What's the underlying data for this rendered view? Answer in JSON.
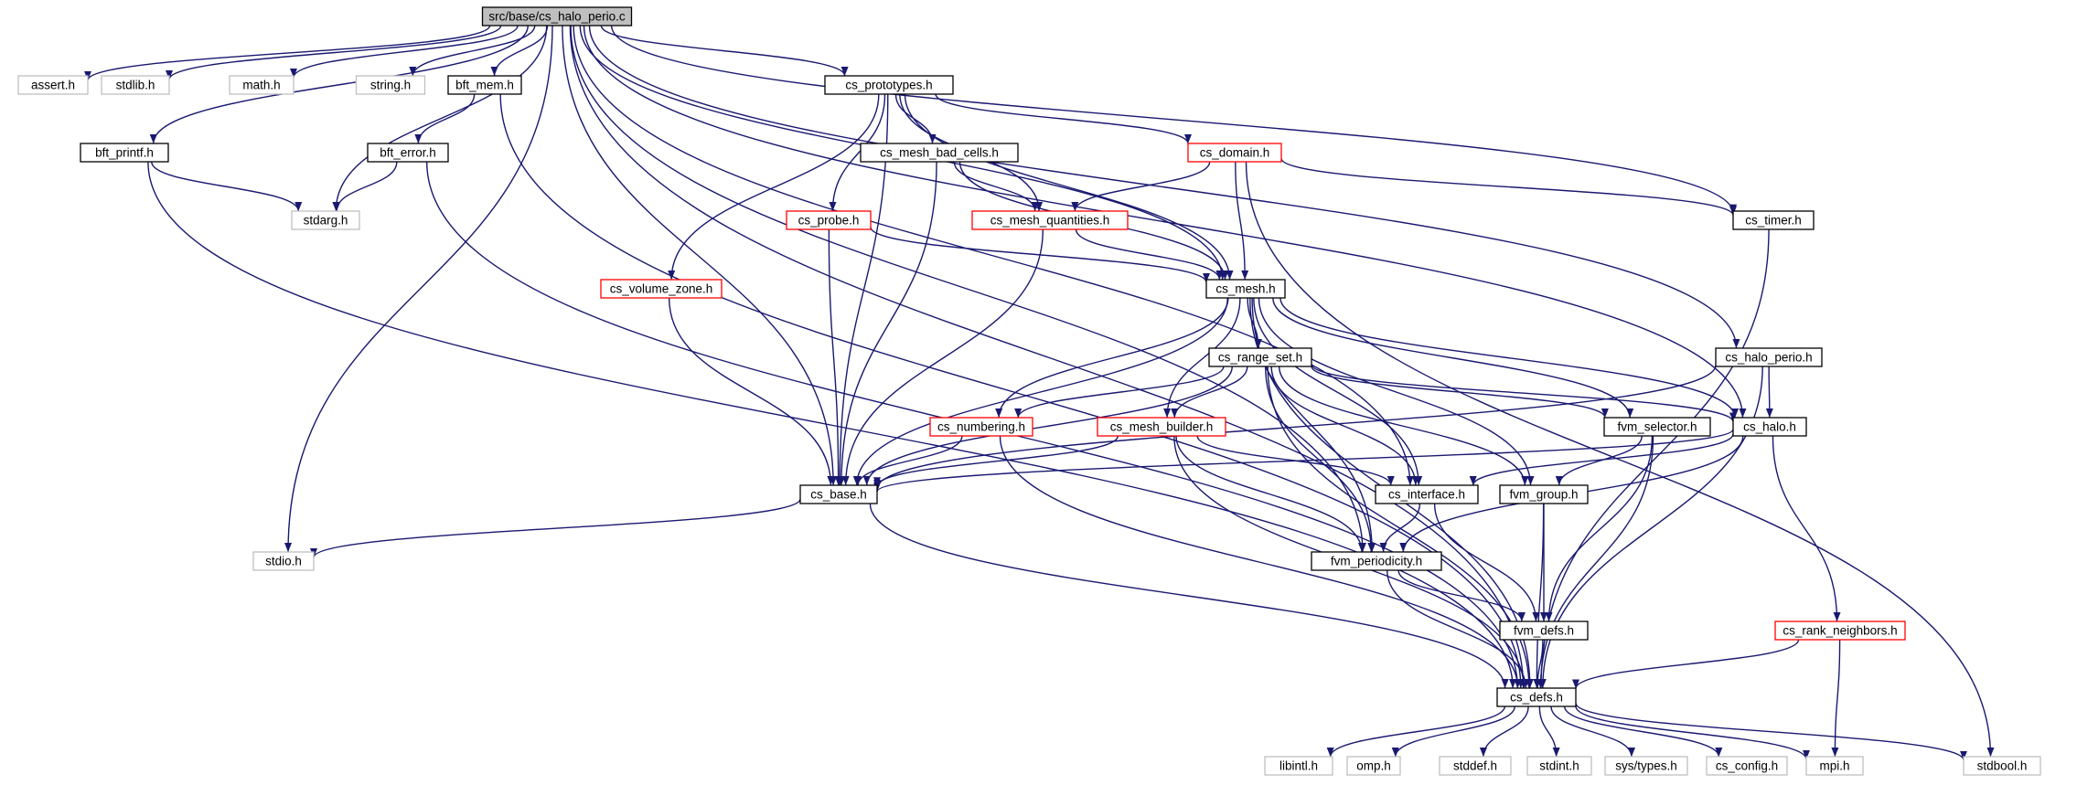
{
  "nodes": [
    {
      "id": "root",
      "label": "src/base/cs_halo_perio.c",
      "style": "root"
    },
    {
      "id": "assert",
      "label": "assert.h",
      "style": "gray"
    },
    {
      "id": "stdlib",
      "label": "stdlib.h",
      "style": "gray"
    },
    {
      "id": "math",
      "label": "math.h",
      "style": "gray"
    },
    {
      "id": "string",
      "label": "string.h",
      "style": "gray"
    },
    {
      "id": "bft_mem",
      "label": "bft_mem.h",
      "style": "black"
    },
    {
      "id": "cs_prototypes",
      "label": "cs_prototypes.h",
      "style": "black"
    },
    {
      "id": "bft_printf",
      "label": "bft_printf.h",
      "style": "black"
    },
    {
      "id": "bft_error",
      "label": "bft_error.h",
      "style": "black"
    },
    {
      "id": "stdarg",
      "label": "stdarg.h",
      "style": "gray"
    },
    {
      "id": "cs_mesh_bad_cells",
      "label": "cs_mesh_bad_cells.h",
      "style": "black"
    },
    {
      "id": "cs_domain",
      "label": "cs_domain.h",
      "style": "red"
    },
    {
      "id": "cs_probe",
      "label": "cs_probe.h",
      "style": "red"
    },
    {
      "id": "cs_mesh_quantities",
      "label": "cs_mesh_quantities.h",
      "style": "red"
    },
    {
      "id": "cs_timer",
      "label": "cs_timer.h",
      "style": "black"
    },
    {
      "id": "cs_volume_zone",
      "label": "cs_volume_zone.h",
      "style": "red"
    },
    {
      "id": "cs_mesh",
      "label": "cs_mesh.h",
      "style": "black"
    },
    {
      "id": "cs_range_set",
      "label": "cs_range_set.h",
      "style": "black"
    },
    {
      "id": "cs_halo_perio_h",
      "label": "cs_halo_perio.h",
      "style": "black"
    },
    {
      "id": "cs_numbering",
      "label": "cs_numbering.h",
      "style": "red"
    },
    {
      "id": "cs_mesh_builder",
      "label": "cs_mesh_builder.h",
      "style": "red"
    },
    {
      "id": "fvm_selector",
      "label": "fvm_selector.h",
      "style": "black"
    },
    {
      "id": "cs_halo",
      "label": "cs_halo.h",
      "style": "black"
    },
    {
      "id": "cs_base",
      "label": "cs_base.h",
      "style": "black"
    },
    {
      "id": "cs_interface",
      "label": "cs_interface.h",
      "style": "black"
    },
    {
      "id": "fvm_group",
      "label": "fvm_group.h",
      "style": "black"
    },
    {
      "id": "stdio",
      "label": "stdio.h",
      "style": "gray"
    },
    {
      "id": "fvm_periodicity",
      "label": "fvm_periodicity.h",
      "style": "black"
    },
    {
      "id": "fvm_defs",
      "label": "fvm_defs.h",
      "style": "black"
    },
    {
      "id": "cs_rank_neighbors",
      "label": "cs_rank_neighbors.h",
      "style": "red"
    },
    {
      "id": "cs_defs",
      "label": "cs_defs.h",
      "style": "black"
    },
    {
      "id": "libintl",
      "label": "libintl.h",
      "style": "gray"
    },
    {
      "id": "omp",
      "label": "omp.h",
      "style": "gray"
    },
    {
      "id": "stddef",
      "label": "stddef.h",
      "style": "gray"
    },
    {
      "id": "stdint",
      "label": "stdint.h",
      "style": "gray"
    },
    {
      "id": "sys_types",
      "label": "sys/types.h",
      "style": "gray"
    },
    {
      "id": "cs_config",
      "label": "cs_config.h",
      "style": "gray"
    },
    {
      "id": "mpi",
      "label": "mpi.h",
      "style": "gray"
    },
    {
      "id": "stdbool",
      "label": "stdbool.h",
      "style": "gray"
    }
  ],
  "edges": [
    [
      "root",
      "assert"
    ],
    [
      "root",
      "stdlib"
    ],
    [
      "root",
      "math"
    ],
    [
      "root",
      "string"
    ],
    [
      "root",
      "bft_mem"
    ],
    [
      "root",
      "cs_prototypes"
    ],
    [
      "root",
      "bft_printf"
    ],
    [
      "root",
      "stdarg"
    ],
    [
      "root",
      "stdio"
    ],
    [
      "root",
      "cs_base"
    ],
    [
      "root",
      "fvm_periodicity"
    ],
    [
      "root",
      "cs_mesh"
    ],
    [
      "root",
      "cs_halo"
    ],
    [
      "root",
      "cs_halo_perio_h"
    ],
    [
      "root",
      "cs_timer"
    ],
    [
      "root",
      "cs_interface"
    ],
    [
      "root",
      "cs_defs"
    ],
    [
      "bft_mem",
      "bft_error"
    ],
    [
      "bft_mem",
      "cs_defs"
    ],
    [
      "bft_printf",
      "stdarg"
    ],
    [
      "bft_printf",
      "cs_defs"
    ],
    [
      "bft_error",
      "stdarg"
    ],
    [
      "bft_error",
      "cs_defs"
    ],
    [
      "cs_prototypes",
      "cs_volume_zone"
    ],
    [
      "cs_prototypes",
      "cs_base"
    ],
    [
      "cs_prototypes",
      "cs_probe"
    ],
    [
      "cs_prototypes",
      "cs_mesh_bad_cells"
    ],
    [
      "cs_prototypes",
      "cs_mesh_quantities"
    ],
    [
      "cs_prototypes",
      "cs_domain"
    ],
    [
      "cs_prototypes",
      "cs_mesh"
    ],
    [
      "cs_mesh_bad_cells",
      "cs_mesh_quantities"
    ],
    [
      "cs_mesh_bad_cells",
      "cs_mesh"
    ],
    [
      "cs_mesh_bad_cells",
      "cs_base"
    ],
    [
      "cs_domain",
      "cs_mesh_quantities"
    ],
    [
      "cs_domain",
      "cs_mesh"
    ],
    [
      "cs_domain",
      "cs_timer"
    ],
    [
      "cs_domain",
      "stdbool"
    ],
    [
      "cs_probe",
      "cs_mesh"
    ],
    [
      "cs_probe",
      "cs_base"
    ],
    [
      "cs_mesh_quantities",
      "cs_mesh"
    ],
    [
      "cs_mesh_quantities",
      "cs_base"
    ],
    [
      "cs_volume_zone",
      "cs_base"
    ],
    [
      "cs_timer",
      "cs_defs"
    ],
    [
      "cs_mesh",
      "cs_base"
    ],
    [
      "cs_mesh",
      "cs_numbering"
    ],
    [
      "cs_mesh",
      "cs_range_set"
    ],
    [
      "cs_mesh",
      "cs_mesh_builder"
    ],
    [
      "cs_mesh",
      "fvm_periodicity"
    ],
    [
      "cs_mesh",
      "cs_interface"
    ],
    [
      "cs_mesh",
      "fvm_group"
    ],
    [
      "cs_mesh",
      "fvm_selector"
    ],
    [
      "cs_mesh",
      "cs_halo"
    ],
    [
      "cs_mesh",
      "cs_defs"
    ],
    [
      "cs_range_set",
      "cs_numbering"
    ],
    [
      "cs_range_set",
      "cs_mesh_builder"
    ],
    [
      "cs_range_set",
      "cs_base"
    ],
    [
      "cs_range_set",
      "fvm_selector"
    ],
    [
      "cs_range_set",
      "cs_halo"
    ],
    [
      "cs_range_set",
      "cs_interface"
    ],
    [
      "cs_range_set",
      "fvm_group"
    ],
    [
      "cs_range_set",
      "fvm_periodicity"
    ],
    [
      "cs_range_set",
      "cs_defs"
    ],
    [
      "cs_halo_perio_h",
      "cs_halo"
    ],
    [
      "cs_halo_perio_h",
      "cs_base"
    ],
    [
      "cs_halo_perio_h",
      "cs_defs"
    ],
    [
      "cs_numbering",
      "cs_base"
    ],
    [
      "cs_numbering",
      "cs_defs"
    ],
    [
      "cs_mesh_builder",
      "cs_base"
    ],
    [
      "cs_mesh_builder",
      "cs_interface"
    ],
    [
      "cs_mesh_builder",
      "fvm_periodicity"
    ],
    [
      "cs_mesh_builder",
      "cs_defs"
    ],
    [
      "fvm_selector",
      "fvm_group"
    ],
    [
      "fvm_selector",
      "fvm_defs"
    ],
    [
      "fvm_selector",
      "cs_defs"
    ],
    [
      "cs_halo",
      "cs_base"
    ],
    [
      "cs_halo",
      "cs_interface"
    ],
    [
      "cs_halo",
      "fvm_periodicity"
    ],
    [
      "cs_halo",
      "cs_rank_neighbors"
    ],
    [
      "cs_base",
      "stdio"
    ],
    [
      "cs_base",
      "cs_defs"
    ],
    [
      "cs_interface",
      "fvm_periodicity"
    ],
    [
      "cs_interface",
      "fvm_defs"
    ],
    [
      "fvm_group",
      "fvm_defs"
    ],
    [
      "fvm_group",
      "cs_defs"
    ],
    [
      "fvm_periodicity",
      "fvm_defs"
    ],
    [
      "fvm_periodicity",
      "cs_defs"
    ],
    [
      "fvm_defs",
      "cs_defs"
    ],
    [
      "cs_rank_neighbors",
      "cs_defs"
    ],
    [
      "cs_rank_neighbors",
      "mpi"
    ],
    [
      "cs_defs",
      "libintl"
    ],
    [
      "cs_defs",
      "omp"
    ],
    [
      "cs_defs",
      "stddef"
    ],
    [
      "cs_defs",
      "stdint"
    ],
    [
      "cs_defs",
      "sys_types"
    ],
    [
      "cs_defs",
      "cs_config"
    ],
    [
      "cs_defs",
      "mpi"
    ],
    [
      "cs_defs",
      "stdbool"
    ]
  ]
}
